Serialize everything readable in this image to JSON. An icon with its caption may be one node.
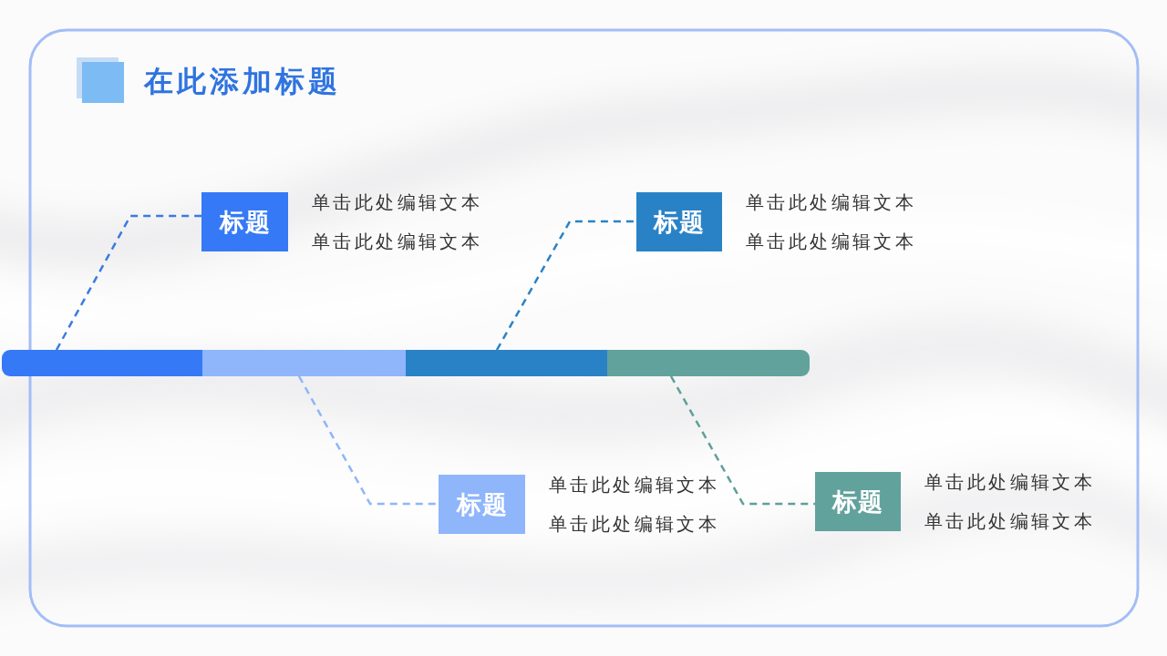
{
  "diagram": {
    "title": "在此添加标题",
    "nodes": [
      {
        "text": [
          "标题"
        ],
        "beside": [
          "单击此处编辑文本",
          "单击此处编辑文本"
        ]
      },
      {
        "text": [
          "标题"
        ],
        "beside": [
          "单击此处编辑文本",
          "单击此处编辑文本"
        ]
      },
      {
        "text": [],
        "shape": "bar"
      },
      {
        "text": [],
        "shape": "bar"
      },
      {
        "text": [],
        "shape": "bar"
      },
      {
        "text": [],
        "shape": "bar"
      },
      {
        "text": [
          "标题"
        ],
        "beside": [
          "单击此处编辑文本",
          "单击此处编辑文本"
        ]
      },
      {
        "text": [
          "标题"
        ],
        "beside": [
          "单击此处编辑文本",
          "单击此处编辑文本"
        ]
      }
    ],
    "edges": [
      {
        "from": 2,
        "to": 0,
        "arrow": "none",
        "style": "dashed",
        "color": "#3a7be0"
      },
      {
        "from": 4,
        "to": 1,
        "arrow": "none",
        "style": "dashed",
        "color": "#2a82c6"
      },
      {
        "from": 3,
        "to": 6,
        "arrow": "none",
        "style": "dashed",
        "color": "#8fb5fb"
      },
      {
        "from": 5,
        "to": 7,
        "arrow": "none",
        "style": "dashed",
        "color": "#5f9f99"
      }
    ]
  }
}
